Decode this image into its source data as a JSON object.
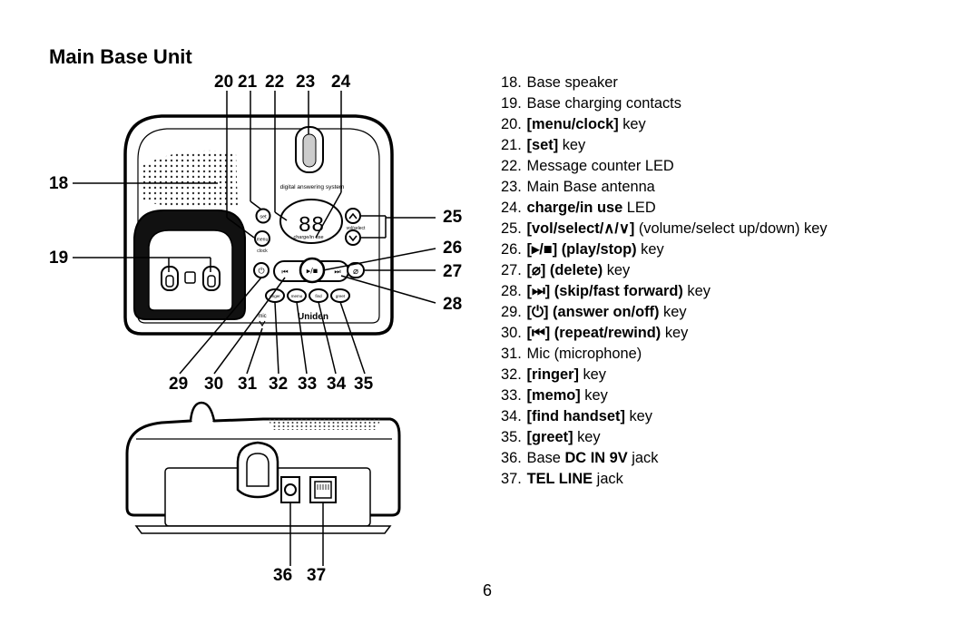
{
  "page": {
    "title": "Main Base Unit",
    "page_number": "6"
  },
  "device": {
    "system_label": "digital answering system",
    "led_digits": "88",
    "led_label": "charge/in use",
    "brand": "Uniden",
    "vol_label": "vol/select",
    "mic_label": "mic",
    "keys": {
      "set": "set",
      "menu": "menu",
      "clock": "clock",
      "ringer": "ringer",
      "memo": "memo",
      "find": "find",
      "greet": "greet"
    }
  },
  "callouts": {
    "c18": "18",
    "c19": "19",
    "c20": "20",
    "c21": "21",
    "c22": "22",
    "c23": "23",
    "c24": "24",
    "c25": "25",
    "c26": "26",
    "c27": "27",
    "c28": "28",
    "c29": "29",
    "c30": "30",
    "c31": "31",
    "c32": "32",
    "c33": "33",
    "c34": "34",
    "c35": "35",
    "c36": "36",
    "c37": "37"
  },
  "legend": [
    {
      "num": "18.",
      "parts": [
        {
          "t": " Base speaker",
          "b": false
        }
      ]
    },
    {
      "num": "19.",
      "parts": [
        {
          "t": " Base charging contacts",
          "b": false
        }
      ]
    },
    {
      "num": "20.",
      "parts": [
        {
          "t": " [menu/clock]",
          "b": true
        },
        {
          "t": " key",
          "b": false
        }
      ]
    },
    {
      "num": "21.",
      "parts": [
        {
          "t": " [set]",
          "b": true
        },
        {
          "t": " key",
          "b": false
        }
      ]
    },
    {
      "num": "22.",
      "parts": [
        {
          "t": " Message counter LED",
          "b": false
        }
      ]
    },
    {
      "num": "23.",
      "parts": [
        {
          "t": " Main Base antenna",
          "b": false
        }
      ]
    },
    {
      "num": "24.",
      "parts": [
        {
          "t": " charge/in use",
          "b": true
        },
        {
          "t": " LED",
          "b": false
        }
      ]
    },
    {
      "num": "25.",
      "parts": [
        {
          "t": " [vol/select/∧/∨]",
          "b": true
        },
        {
          "t": " (volume/select up/down) key",
          "b": false
        }
      ]
    },
    {
      "num": "26.",
      "parts": [
        {
          "t": " [▸/■] (play/stop)",
          "b": true
        },
        {
          "t": " key",
          "b": false
        }
      ]
    },
    {
      "num": "27.",
      "parts": [
        {
          "t": " [⌀] (delete)",
          "b": true
        },
        {
          "t": " key",
          "b": false
        }
      ]
    },
    {
      "num": "28.",
      "parts": [
        {
          "t": " [⏭] (skip/fast forward)",
          "b": true
        },
        {
          "t": " key",
          "b": false
        }
      ]
    },
    {
      "num": "29.",
      "parts": [
        {
          "t": " [⏻] (answer on/off)",
          "b": true
        },
        {
          "t": " key",
          "b": false
        }
      ]
    },
    {
      "num": "30.",
      "parts": [
        {
          "t": " [⏮] (repeat/rewind)",
          "b": true
        },
        {
          "t": " key",
          "b": false
        }
      ]
    },
    {
      "num": "31.",
      "parts": [
        {
          "t": " Mic (microphone)",
          "b": false
        }
      ]
    },
    {
      "num": "32.",
      "parts": [
        {
          "t": " [ringer]",
          "b": true
        },
        {
          "t": " key",
          "b": false
        }
      ]
    },
    {
      "num": "33.",
      "parts": [
        {
          "t": " [memo]",
          "b": true
        },
        {
          "t": " key",
          "b": false
        }
      ]
    },
    {
      "num": "34.",
      "parts": [
        {
          "t": " [find handset]",
          "b": true
        },
        {
          "t": " key",
          "b": false
        }
      ]
    },
    {
      "num": "35.",
      "parts": [
        {
          "t": " [greet]",
          "b": true
        },
        {
          "t": " key",
          "b": false
        }
      ]
    },
    {
      "num": "36.",
      "parts": [
        {
          "t": " Base ",
          "b": false
        },
        {
          "t": "DC IN 9V",
          "b": true
        },
        {
          "t": " jack",
          "b": false
        }
      ]
    },
    {
      "num": "37.",
      "parts": [
        {
          "t": " ",
          "b": false
        },
        {
          "t": "TEL LINE",
          "b": true
        },
        {
          "t": " jack",
          "b": false
        }
      ]
    }
  ]
}
